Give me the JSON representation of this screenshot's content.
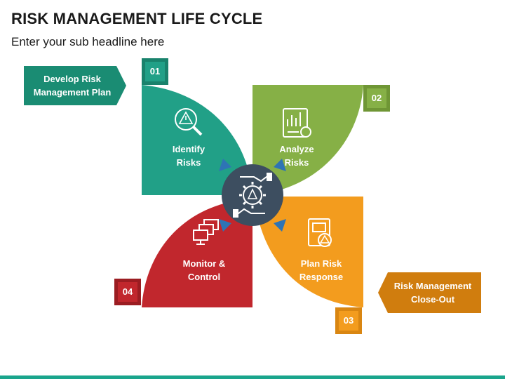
{
  "title": "RISK MANAGEMENT LIFE CYCLE",
  "subtitle": "Enter your sub headline here",
  "colors": {
    "teal": "#21a087",
    "teal_dark": "#19826c",
    "green": "#86b046",
    "green_dark": "#6f9635",
    "orange": "#f39c1e",
    "orange_dark": "#d98612",
    "red": "#c1272d",
    "red_dark": "#9b1d22",
    "hub": "#3d4e60",
    "hub_arrow": "#2e74b5",
    "callout_teal": "#1a8c73",
    "callout_orange": "#d07d0e"
  },
  "steps": [
    {
      "number": "01",
      "label": "Identify\nRisks",
      "icon": "risk-search-icon"
    },
    {
      "number": "02",
      "label": "Analyze\nRisks",
      "icon": "chart-analysis-icon"
    },
    {
      "number": "03",
      "label": "Plan Risk\nResponse",
      "icon": "risk-document-icon"
    },
    {
      "number": "04",
      "label": "Monitor &\nControl",
      "icon": "monitor-screens-icon"
    }
  ],
  "callouts": {
    "start": "Develop Risk\nManagement Plan",
    "end": "Risk Management\nClose-Out"
  },
  "hub": {
    "icon": "gear-hands-icon"
  }
}
